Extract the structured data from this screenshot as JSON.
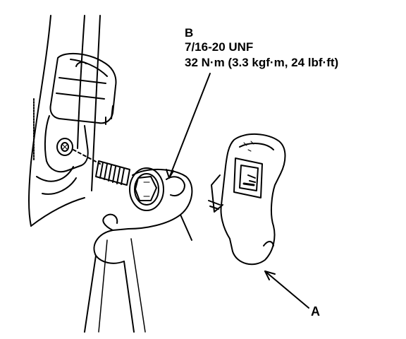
{
  "callouts": {
    "b": {
      "letter": "B",
      "thread_size": "7/16-20 UNF",
      "torque": "32 N·m (3.3 kgf·m, 24 lbf·ft)"
    },
    "a": {
      "letter": "A"
    }
  },
  "colors": {
    "line": "#000000",
    "background": "#ffffff"
  }
}
